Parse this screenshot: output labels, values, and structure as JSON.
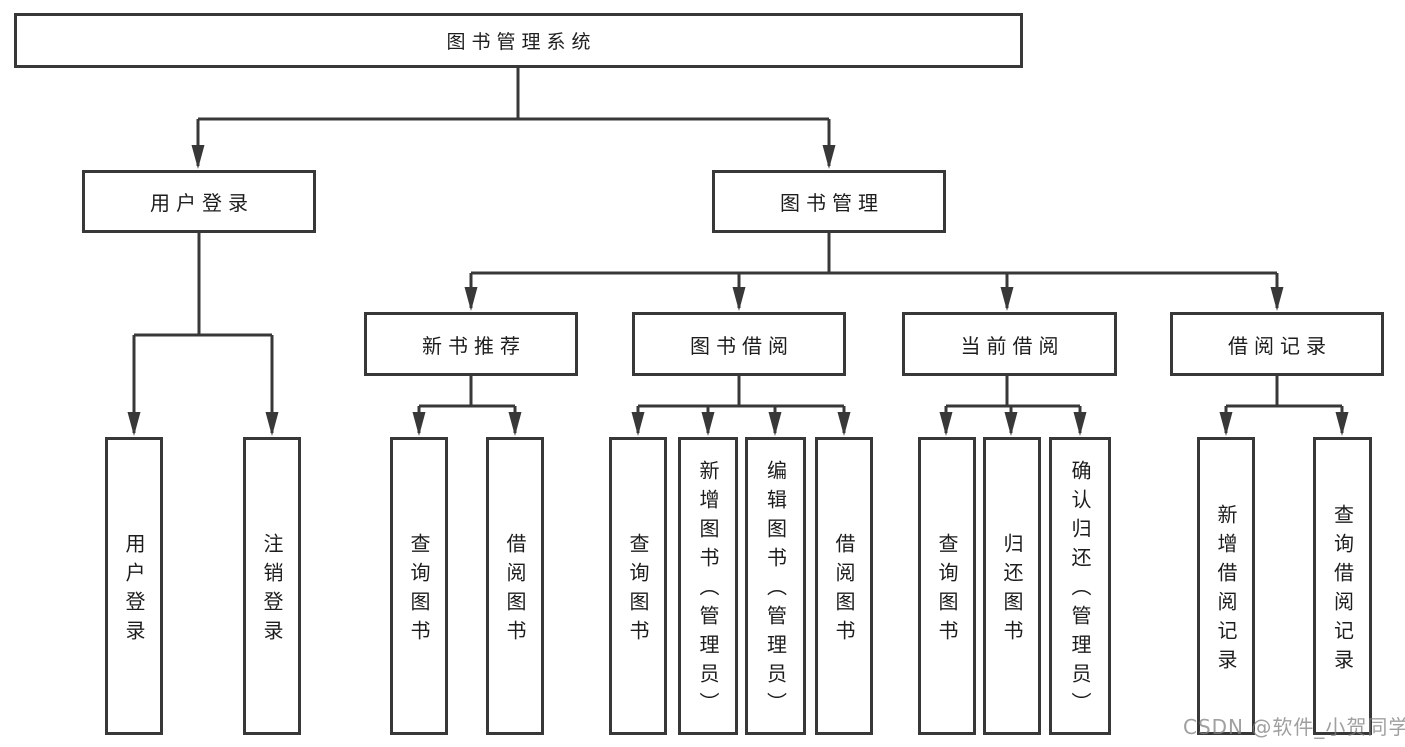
{
  "diagram": {
    "title": "图书管理系统",
    "root": {
      "label": "图书管理系统"
    },
    "level2": [
      {
        "label": "用户登录"
      },
      {
        "label": "图书管理"
      }
    ],
    "level3": [
      {
        "label": "新书推荐"
      },
      {
        "label": "图书借阅"
      },
      {
        "label": "当前借阅"
      },
      {
        "label": "借阅记录"
      }
    ],
    "leaves": [
      {
        "label": "用户登录",
        "parent": "用户登录"
      },
      {
        "label": "注销登录",
        "parent": "用户登录"
      },
      {
        "label": "查询图书",
        "parent": "新书推荐"
      },
      {
        "label": "借阅图书",
        "parent": "新书推荐"
      },
      {
        "label": "查询图书",
        "parent": "图书借阅"
      },
      {
        "label": "新增图书（管理员）",
        "parent": "图书借阅"
      },
      {
        "label": "编辑图书（管理员）",
        "parent": "图书借阅"
      },
      {
        "label": "借阅图书",
        "parent": "图书借阅"
      },
      {
        "label": "查询图书",
        "parent": "当前借阅"
      },
      {
        "label": "归还图书",
        "parent": "当前借阅"
      },
      {
        "label": "确认归还（管理员）",
        "parent": "当前借阅"
      },
      {
        "label": "新增借阅记录",
        "parent": "借阅记录"
      },
      {
        "label": "查询借阅记录",
        "parent": "借阅记录"
      }
    ],
    "watermark": "CSDN @软件_小贺同学",
    "colors": {
      "line": "#383838",
      "border": "#383838",
      "text": "#1d1d1d",
      "background": "#ffffff",
      "watermark": "#808080"
    }
  }
}
